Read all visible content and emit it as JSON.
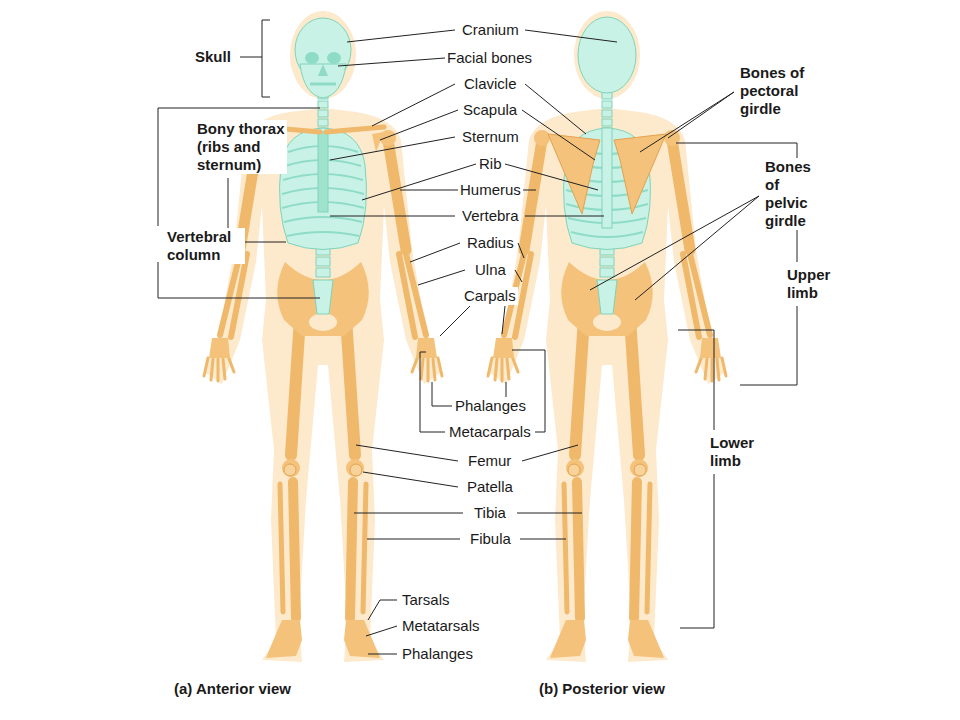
{
  "diagram": {
    "labels": [
      "Skull",
      "Cranium",
      "Facial bones",
      "Clavicle",
      "Bones of pectoral girdle",
      "Scapula",
      "Bony thorax (ribs and sternum)",
      "Sternum",
      "Rib",
      "Bones of pelvic girdle",
      "Humerus",
      "Vertebral column",
      "Vertebra",
      "Radius",
      "Ulna",
      "Upper limb",
      "Carpals",
      "Phalanges",
      "Metacarpals",
      "Lower limb",
      "Femur",
      "Patella",
      "Tibia",
      "Fibula",
      "Tarsals",
      "Metatarsals",
      "Phalanges",
      "(a) Anterior view",
      "(b) Posterior view"
    ]
  }
}
